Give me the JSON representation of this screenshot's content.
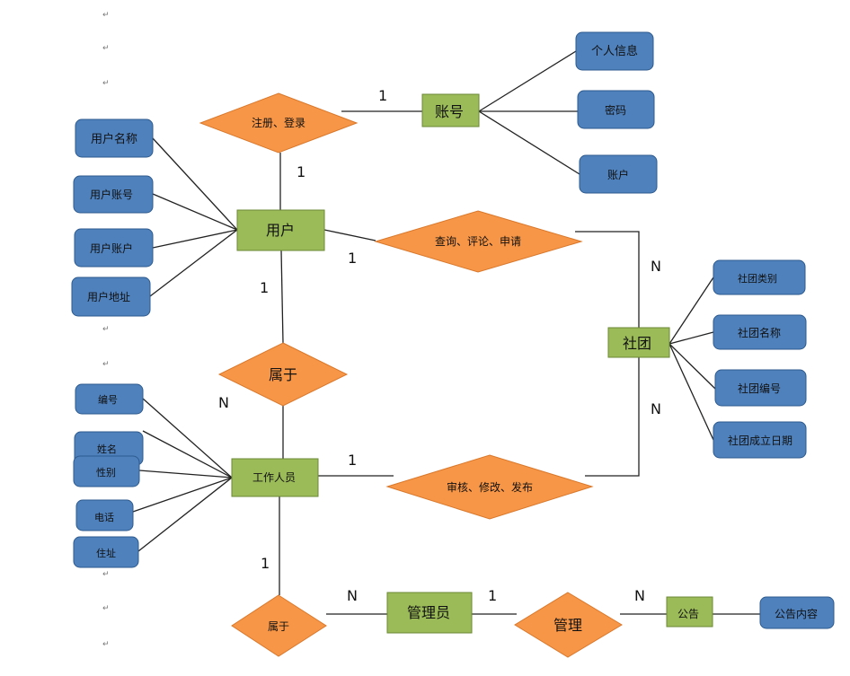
{
  "colors": {
    "entity_fill": "#9bbb59",
    "entity_stroke": "#6b8a35",
    "relation_fill": "#f79646",
    "relation_stroke": "#d9782c",
    "attribute_fill": "#4f81bd",
    "attribute_stroke": "#2d5a8e",
    "line": "#222222",
    "return_mark": "#777777"
  },
  "entities": {
    "account": "账号",
    "user": "用户",
    "club": "社团",
    "staff": "工作人员",
    "admin": "管理员",
    "notice": "公告"
  },
  "relations": {
    "register_login": "注册、登录",
    "query_comment_apply": "查询、评论、申请",
    "belongs_1": "属于",
    "review_edit_publish": "审核、修改、发布",
    "belongs_2": "属于",
    "manage": "管理"
  },
  "attributes": {
    "account_info": "个人信息",
    "account_password": "密码",
    "account_account": "账户",
    "user_name": "用户名称",
    "user_account_no": "用户账号",
    "user_account": "用户账户",
    "user_address": "用户地址",
    "club_category": "社团类别",
    "club_name": "社团名称",
    "club_number": "社团编号",
    "club_date": "社团成立日期",
    "staff_number": "编号",
    "staff_name": "姓名",
    "staff_gender": "性别",
    "staff_phone": "电话",
    "staff_address": "住址",
    "notice_content": "公告内容"
  },
  "cardinalities": {
    "c_reg_account": "1",
    "c_reg_user": "1",
    "c_query_user": "1",
    "c_query_club": "N",
    "c_user_belongs": "1",
    "c_belongs_staff": "N",
    "c_review_staff": "1",
    "c_review_club": "N",
    "c_staff_belongs": "1",
    "c_belongs_admin": "N",
    "c_manage_admin": "1",
    "c_manage_notice": "N"
  },
  "return_mark": "↵"
}
